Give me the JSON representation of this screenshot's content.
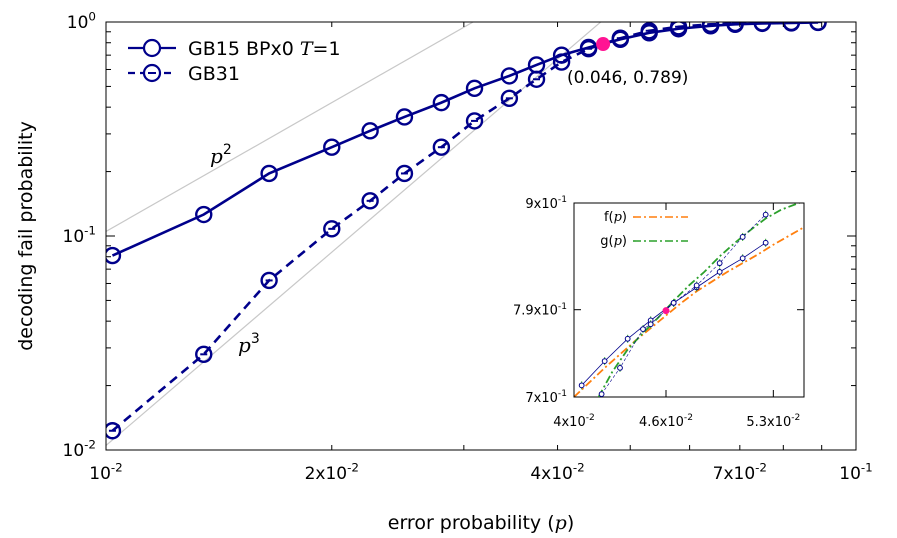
{
  "chart_data": {
    "type": "line",
    "x_scale": "log",
    "y_scale": "log",
    "xlabel": "error probability (p)",
    "ylabel": "decoding fail probability",
    "xlim": [
      0.01,
      0.1
    ],
    "ylim": [
      0.01,
      1.0
    ],
    "x_ticks": [
      {
        "value": 0.01,
        "base": "10",
        "exp": "-2"
      },
      {
        "value": 0.02,
        "base": "2x10",
        "exp": "-2"
      },
      {
        "value": 0.04,
        "base": "4x10",
        "exp": "-2"
      },
      {
        "value": 0.07,
        "base": "7x10",
        "exp": "-2"
      },
      {
        "value": 0.1,
        "base": "10",
        "exp": "-1"
      }
    ],
    "y_ticks": [
      {
        "value": 0.01,
        "base": "10",
        "exp": "-2"
      },
      {
        "value": 0.1,
        "base": "10",
        "exp": "-1"
      },
      {
        "value": 1.0,
        "base": "10",
        "exp": "0"
      }
    ],
    "series": [
      {
        "name": "GB15 BPx0 T=1",
        "name_parts": [
          "GB15 BPx0 ",
          "T",
          "=1"
        ],
        "color": "#00008b",
        "line": "solid",
        "marker": "circle",
        "x": [
          0.0102,
          0.0135,
          0.0165,
          0.02,
          0.0225,
          0.025,
          0.028,
          0.031,
          0.0345,
          0.0375,
          0.0405,
          0.044,
          0.0485,
          0.053,
          0.058,
          0.064,
          0.069,
          0.075,
          0.082,
          0.089
        ],
        "y": [
          0.081,
          0.126,
          0.196,
          0.26,
          0.31,
          0.36,
          0.42,
          0.49,
          0.56,
          0.63,
          0.7,
          0.76,
          0.83,
          0.89,
          0.93,
          0.96,
          0.975,
          0.985,
          0.99,
          0.995
        ]
      },
      {
        "name": "GB31",
        "color": "#00008b",
        "line": "dashed",
        "marker": "circle-dash",
        "x": [
          0.0102,
          0.0135,
          0.0165,
          0.02,
          0.0225,
          0.025,
          0.028,
          0.031,
          0.0345,
          0.0375,
          0.0405,
          0.044,
          0.0485,
          0.053,
          0.058,
          0.064,
          0.069,
          0.075,
          0.082,
          0.089
        ],
        "y": [
          0.0123,
          0.028,
          0.062,
          0.108,
          0.146,
          0.196,
          0.26,
          0.345,
          0.44,
          0.54,
          0.65,
          0.75,
          0.84,
          0.91,
          0.95,
          0.975,
          0.985,
          0.99,
          0.995,
          0.998
        ]
      }
    ],
    "reference_lines": [
      {
        "name": "p2",
        "label_base": "p",
        "label_exp": "2",
        "exponent": 2,
        "coef": 1050,
        "color": "#c8c8c8"
      },
      {
        "name": "p3",
        "label_base": "p",
        "label_exp": "3",
        "exponent": 3,
        "coef": 10500,
        "color": "#c8c8c8"
      }
    ],
    "crossing_point": {
      "x": 0.046,
      "y": 0.789,
      "label": "(0.046, 0.789)",
      "color": "#ff1493"
    },
    "inset": {
      "xlim": [
        0.04,
        0.055
      ],
      "ylim": [
        0.7,
        0.9
      ],
      "x_ticks": [
        {
          "value": 0.04,
          "base": "4x10",
          "exp": "-2"
        },
        {
          "value": 0.046,
          "base": "4.6x10",
          "exp": "-2"
        },
        {
          "value": 0.053,
          "base": "5.3x10",
          "exp": "-2"
        }
      ],
      "y_ticks": [
        {
          "value": 0.7,
          "base": "7x10",
          "exp": "-1"
        },
        {
          "value": 0.79,
          "base": "7.9x10",
          "exp": "-1"
        },
        {
          "value": 0.9,
          "base": "9x10",
          "exp": "-1"
        }
      ],
      "fits": [
        {
          "name": "f(p)",
          "label_base": "f(",
          "label_var": "p",
          "label_close": ")",
          "color": "#ff7f0e",
          "x": [
            0.04,
            0.041,
            0.042,
            0.043,
            0.044,
            0.045,
            0.046,
            0.047,
            0.048,
            0.049,
            0.05,
            0.051,
            0.052,
            0.053,
            0.054,
            0.055
          ],
          "y": [
            0.7,
            0.715,
            0.73,
            0.744,
            0.758,
            0.771,
            0.784,
            0.797,
            0.809,
            0.819,
            0.829,
            0.838,
            0.847,
            0.857,
            0.866,
            0.875
          ]
        },
        {
          "name": "g(p)",
          "label_base": "g(",
          "label_var": "p",
          "label_close": ")",
          "color": "#2ca02c",
          "x": [
            0.0416,
            0.0425,
            0.0435,
            0.0445,
            0.0455,
            0.0465,
            0.0475,
            0.0485,
            0.0495,
            0.0505,
            0.0515,
            0.0525,
            0.0535,
            0.055
          ],
          "y": [
            0.7,
            0.726,
            0.749,
            0.766,
            0.782,
            0.799,
            0.815,
            0.829,
            0.845,
            0.859,
            0.872,
            0.884,
            0.893,
            0.902
          ]
        }
      ],
      "points_gb15": {
        "x": [
          0.0405,
          0.042,
          0.0435,
          0.045,
          0.0465,
          0.048,
          0.0495,
          0.051,
          0.0525
        ],
        "y": [
          0.712,
          0.737,
          0.76,
          0.779,
          0.797,
          0.813,
          0.829,
          0.843,
          0.859
        ]
      },
      "points_gb31": {
        "x": [
          0.0418,
          0.043,
          0.0445,
          0.045,
          0.0465,
          0.048,
          0.0495,
          0.051,
          0.0525
        ],
        "y": [
          0.703,
          0.73,
          0.77,
          0.775,
          0.797,
          0.815,
          0.838,
          0.865,
          0.888
        ]
      }
    }
  }
}
